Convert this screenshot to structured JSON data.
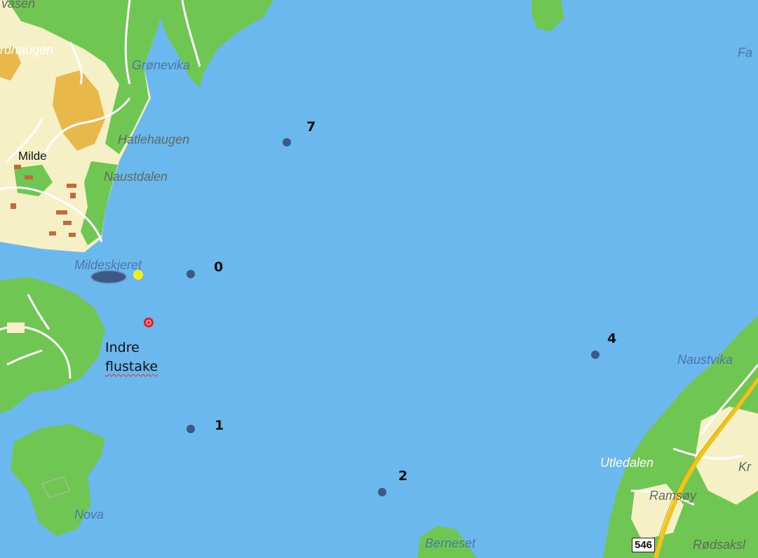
{
  "map": {
    "colors": {
      "water": "#6bb8ee",
      "forest": "#6fc652",
      "farmland": "#f5f0c6",
      "settlement": "#e8b84a",
      "buildings": "#c06a3d",
      "roads": "#ffffff",
      "highway": "#f0c419",
      "station_marker": "#3c5a86",
      "yellow_marker": "#f2ef1e",
      "red_marker": "#e0202a"
    },
    "place_names": {
      "vasen": "vasen",
      "nordhaugen": "rdhaugen",
      "gronevika": "Grønevika",
      "fa": "Fa",
      "hatlehaugen": "Hatlehaugen",
      "milde": "Milde",
      "naustdalen": "Naustdalen",
      "mildeskjeret": "Mildeskjeret",
      "naustvika": "Naustvika",
      "utledalen": "Utledalen",
      "kr": "Kr",
      "ramsoy": "Ramsøy",
      "nova": "Nova",
      "berneset": "Berneset",
      "rodsaks": "Rødsaksl"
    },
    "road_number": "546",
    "annotation": {
      "line1": "Indre",
      "line2": "flustake"
    },
    "stations": [
      {
        "label": "7"
      },
      {
        "label": "0"
      },
      {
        "label": "4"
      },
      {
        "label": "1"
      },
      {
        "label": "2"
      }
    ]
  }
}
